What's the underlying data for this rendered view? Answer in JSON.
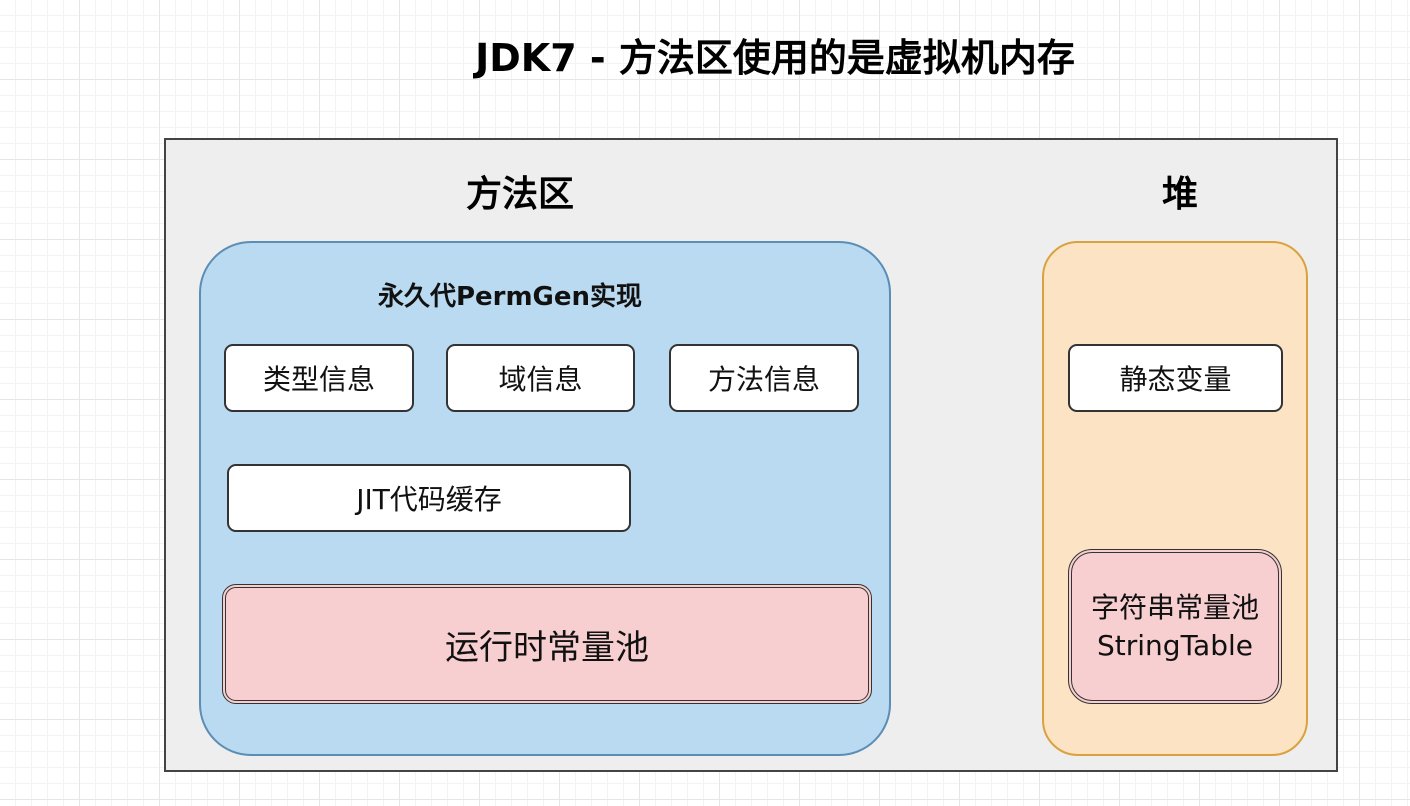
{
  "title": "JDK7 - 方法区使用的是虚拟机内存",
  "method_area": {
    "title": "方法区",
    "permgen": {
      "title": "永久代PermGen实现",
      "items": [
        "类型信息",
        "域信息",
        "方法信息"
      ],
      "jit": "JIT代码缓存",
      "runtime_pool": "运行时常量池"
    }
  },
  "heap": {
    "title": "堆",
    "static_vars": "静态变量",
    "string_table": {
      "line1": "字符串常量池",
      "line2": "StringTable"
    }
  },
  "colors": {
    "outer_fill": "#eeeeee",
    "permgen_fill": "#b9daf0",
    "permgen_border": "#5b8db5",
    "heap_fill": "#fce3c4",
    "heap_border": "#d9a23f",
    "pool_fill": "#f7cfd0",
    "box_fill": "#ffffff"
  }
}
